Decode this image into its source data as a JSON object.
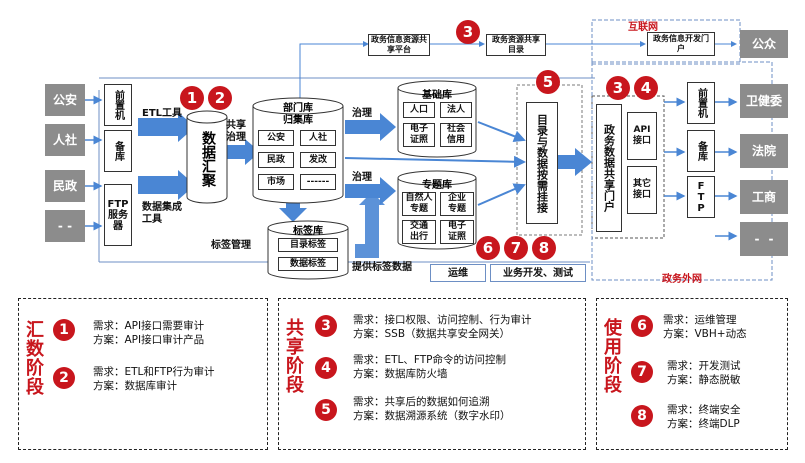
{
  "sources": [
    "公安",
    "人社",
    "民政",
    "- -"
  ],
  "front_stage": {
    "qianzhi": "前置机",
    "beiku": "备库",
    "ftp": "FTP服务器"
  },
  "etl_label": "ETL工具",
  "collect_label": "数据集成工具",
  "hub_label": "数据汇聚",
  "share_govern_label": "共享治理",
  "dept_db": {
    "title": "部门库\n归集库",
    "items": [
      "公安",
      "人社",
      "民政",
      "发改",
      "市场",
      "------"
    ]
  },
  "govern1": "治理",
  "govern2": "治理",
  "tag_manage": "标签管理",
  "tag_db": {
    "title": "标签库",
    "items": [
      "目录标签",
      "数据标签"
    ]
  },
  "provide_tag": "提供标签数据",
  "base_db": {
    "title": "基础库",
    "items": [
      "人口",
      "法人",
      "电子证照",
      "社会信用"
    ]
  },
  "topic_db": {
    "title": "专题库",
    "items": [
      "自然人专题",
      "企业专题",
      "交通出行",
      "电子证照"
    ]
  },
  "catalog_box": "目录与数据按需挂接",
  "portal_box": "政务数据共享门户",
  "api_box": "API接口",
  "other_box": "其它接口",
  "top": {
    "info_platform": "政务信息资源共享平台",
    "catalog": "政务资源共享目录",
    "dev_portal": "政务信息开发门户",
    "internet": "互联网",
    "public": "公众"
  },
  "right_stage": {
    "qianzhi": "前置机",
    "beiku": "备库",
    "ftp": "FTP"
  },
  "targets": [
    "卫健委",
    "法院",
    "工商",
    "- -"
  ],
  "extranet": "政务外网",
  "ops": "运维",
  "biz": "业务开发、测试",
  "markers": {
    "n1": "1",
    "n2": "2",
    "n3": "3",
    "n4": "4",
    "n5": "5",
    "n6": "6",
    "n7": "7",
    "n8": "8"
  },
  "panels": {
    "collect": {
      "title": "汇数阶段",
      "items": [
        {
          "num": "1",
          "need": "需求：API接口需要审计",
          "plan": "方案：API接口审计产品"
        },
        {
          "num": "2",
          "need": "需求：ETL和FTP行为审计",
          "plan": "方案：数据库审计"
        }
      ]
    },
    "share": {
      "title": "共享阶段",
      "items": [
        {
          "num": "3",
          "need": "需求：接口权限、访问控制、行为审计",
          "plan": "方案：SSB（数据共享安全网关）"
        },
        {
          "num": "4",
          "need": "需求：ETL、FTP命令的访问控制",
          "plan": "方案：数据库防火墙"
        },
        {
          "num": "5",
          "need": "需求：共享后的数据如何追溯",
          "plan": "方案：数据溯源系统（数字水印）"
        }
      ]
    },
    "use": {
      "title": "使用阶段",
      "items": [
        {
          "num": "6",
          "need": "需求：运维管理",
          "plan": "方案：VBH+动态"
        },
        {
          "num": "7",
          "need": "需求：开发测试",
          "plan": "方案：静态脱敏"
        },
        {
          "num": "8",
          "need": "需求：终端安全",
          "plan": "方案：终端DLP"
        }
      ]
    }
  },
  "colors": {
    "accent_red": "#c8161d",
    "arrow_blue": "#4a86d4",
    "source_gray": "#8c8c8c"
  }
}
